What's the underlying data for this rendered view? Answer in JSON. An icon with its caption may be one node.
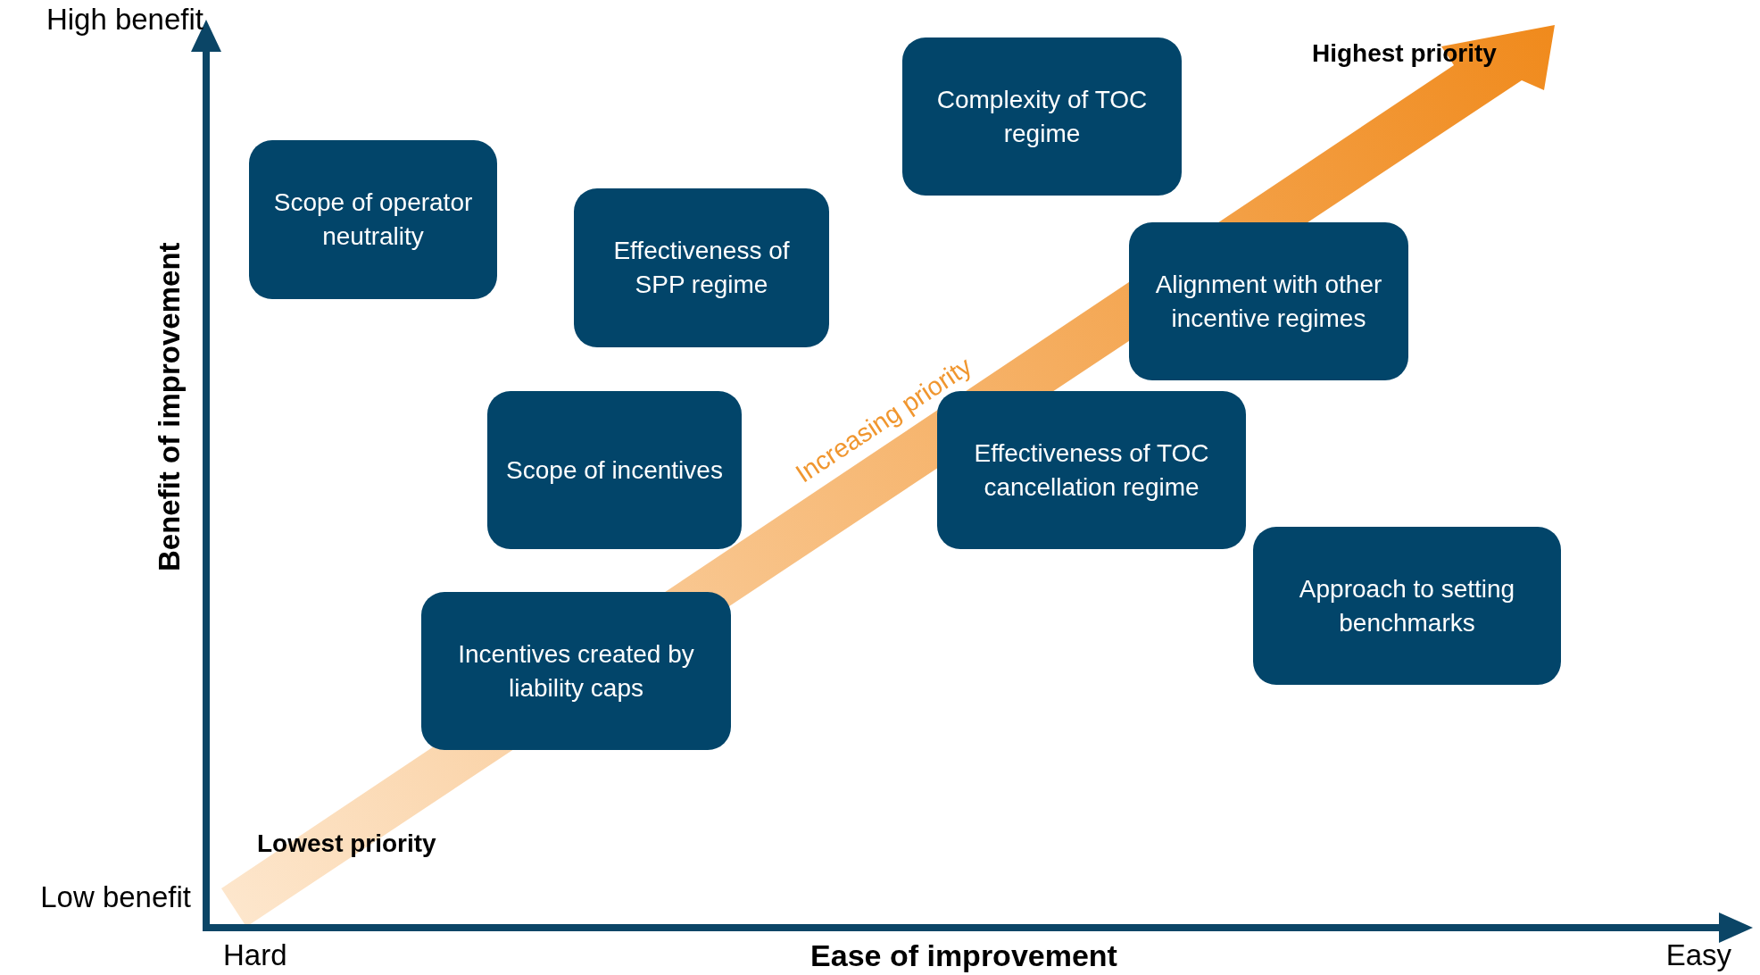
{
  "diagram": {
    "nodes": [
      {
        "text": [
          "Complexity of TOC regime"
        ]
      },
      {
        "text": [
          "Scope of operator neutrality"
        ]
      },
      {
        "text": [
          "Effectiveness of SPP regime"
        ]
      },
      {
        "text": [
          "Alignment with other incentive regimes"
        ]
      },
      {
        "text": [
          "Scope of incentives"
        ]
      },
      {
        "text": [
          "Effectiveness of TOC cancellation regime"
        ]
      },
      {
        "text": [
          "Approach to setting benchmarks"
        ]
      },
      {
        "text": [
          "Incentives created by liability caps"
        ]
      }
    ],
    "labels": [
      "High benefit",
      "Highest priority",
      "Benefit of improvement",
      "Increasing priority",
      "Lowest priority",
      "Low benefit",
      "Hard",
      "Ease of improvement",
      "Easy"
    ]
  }
}
